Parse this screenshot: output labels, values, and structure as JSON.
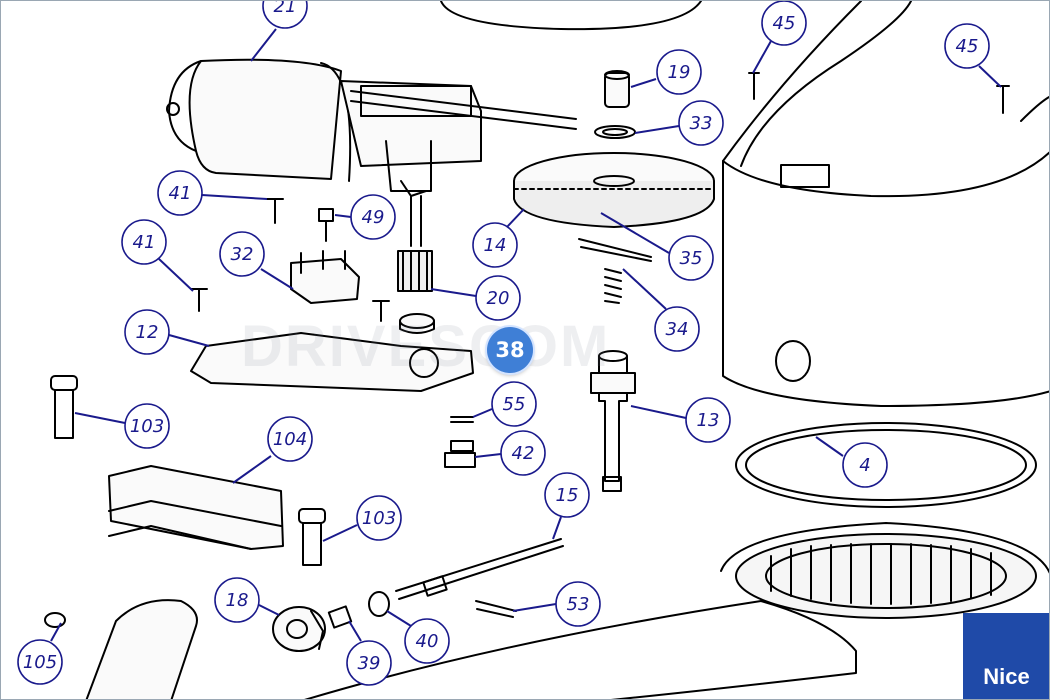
{
  "brand": {
    "logo_text": "Nice",
    "logo_color": "#1f4aa8"
  },
  "watermark": "DRIVESCOM",
  "callout_color": "#1a1a8c",
  "active_part": "38",
  "parts": [
    {
      "id": "21",
      "label": "21"
    },
    {
      "id": "45a",
      "label": "45"
    },
    {
      "id": "45b",
      "label": "45"
    },
    {
      "id": "19",
      "label": "19"
    },
    {
      "id": "33",
      "label": "33"
    },
    {
      "id": "41a",
      "label": "41"
    },
    {
      "id": "49",
      "label": "49"
    },
    {
      "id": "14",
      "label": "14"
    },
    {
      "id": "35",
      "label": "35"
    },
    {
      "id": "41b",
      "label": "41"
    },
    {
      "id": "32",
      "label": "32"
    },
    {
      "id": "20",
      "label": "20"
    },
    {
      "id": "34",
      "label": "34"
    },
    {
      "id": "12",
      "label": "12"
    },
    {
      "id": "55",
      "label": "55"
    },
    {
      "id": "13",
      "label": "13"
    },
    {
      "id": "103a",
      "label": "103"
    },
    {
      "id": "42",
      "label": "42"
    },
    {
      "id": "104",
      "label": "104"
    },
    {
      "id": "4",
      "label": "4"
    },
    {
      "id": "15",
      "label": "15"
    },
    {
      "id": "103b",
      "label": "103"
    },
    {
      "id": "53",
      "label": "53"
    },
    {
      "id": "18",
      "label": "18"
    },
    {
      "id": "40",
      "label": "40"
    },
    {
      "id": "39",
      "label": "39"
    },
    {
      "id": "105",
      "label": "105"
    }
  ]
}
